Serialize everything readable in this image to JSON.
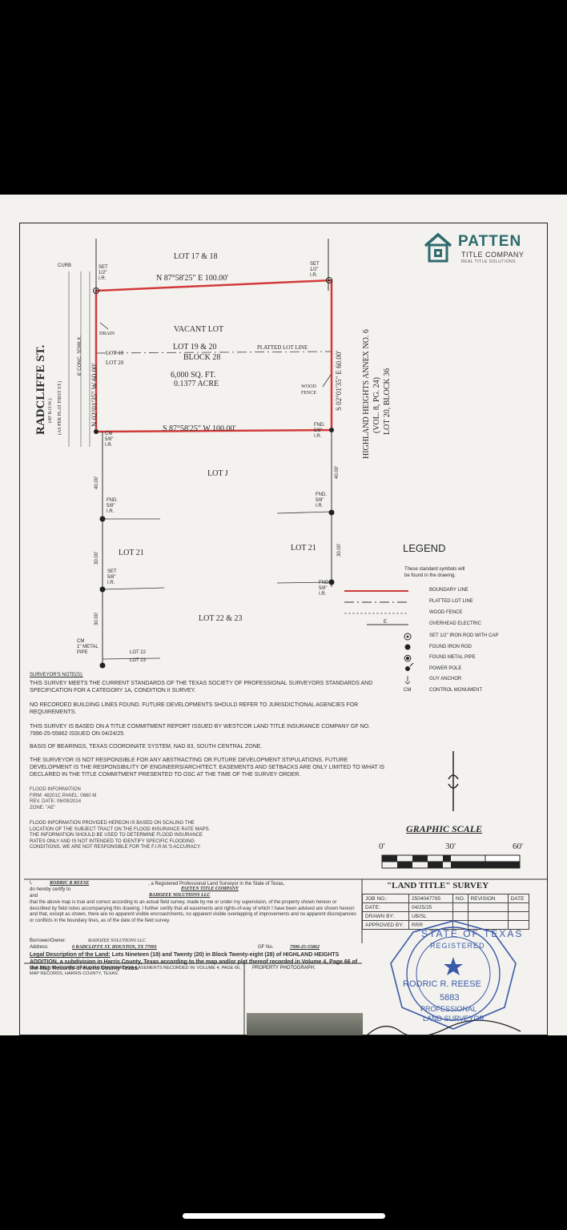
{
  "logo": {
    "name": "PATTEN",
    "sub": "TITLE COMPANY",
    "tag": "REAL TITLE SOLUTIONS"
  },
  "plat": {
    "street": "RADCLIFFE ST.",
    "row": "(40' R.O.W.)",
    "per_plat": "(AS PER PLAT FIRST ST.)",
    "curb": "CURB",
    "sidewalk": "6' CONC. SDWLK.",
    "lot_top": "LOT 17 & 18",
    "set_left": [
      "SET",
      "1/2\"",
      "I.R."
    ],
    "set_right": [
      "SET",
      "1/2\"",
      "I.R."
    ],
    "north_bearing": "N 87°58'25\" E   100.00'",
    "south_bearing": "S 87°58'25\" W   100.00'",
    "west_bearing": "N 02°01'35\" W   60.00'",
    "east_bearing": "S 02°01'35\" E   60.00'",
    "drain": "DRAIN",
    "vacant_lot": "VACANT LOT",
    "lot_19_20": "LOT 19 & 20",
    "block_28": "BLOCK 28",
    "lot_19": "LOT 19",
    "lot_20": "LOT 20",
    "platted_lot_line": "PLATTED LOT LINE",
    "area_sqft": "6,000 SQ. FT.",
    "area_acre": "0.1377 ACRE",
    "wood_fence": [
      "WOOD",
      "FENCE"
    ],
    "highland_1": "HIGHLAND HEIGHTS ANNEX NO. 6",
    "highland_2": "(VOL. 8, PG. 24)",
    "highland_3": "LOT 20, BLOCK 36",
    "cm_label": [
      "CM",
      "5/8\"",
      "I.R."
    ],
    "fnd_se": [
      "FND.",
      "5/8\"",
      "I.R."
    ],
    "lot_j": "LOT J",
    "dim_40_left": "40.00'",
    "dim_40_right": "40.00'",
    "fnd_w1": [
      "FND.",
      "5/8\"",
      "I.R."
    ],
    "fnd_e1": [
      "FND.",
      "5/8\"",
      "I.R."
    ],
    "lot_21_left": "LOT 21",
    "lot_21_right": "LOT 21",
    "dim_30_left1": "30.00'",
    "dim_30_right": "30.00'",
    "set_w2": [
      "SET",
      "5/8\"",
      "I.R."
    ],
    "fnd_e2": [
      "FND.",
      "5/8\"",
      "I.R."
    ],
    "dim_30_left2": "30.00'",
    "lot_22_23": "LOT 22 & 23",
    "cm_metal": [
      "CM",
      "1\" METAL",
      "PIPE"
    ],
    "lot_22": "LOT 22",
    "lot_23": "LOT 23"
  },
  "legend": {
    "title": "LEGEND",
    "intro": [
      "These standard symbols will",
      "be found in the drawing."
    ],
    "items": [
      "BOUNDARY LINE",
      "PLATTED LOT LINE",
      "WOOD FENCE",
      "OVERHEAD ELECTRIC",
      "SET 1/2\" IRON ROD WITH CAP",
      "FOUND IRON ROD",
      "FOUND METAL PIPE",
      "POWER POLE",
      "GUY ANCHOR",
      "CONTROL MONUMENT"
    ],
    "cm": "CM",
    "electric_mark": "E",
    "boundary_color": "#d23a3a"
  },
  "notes": {
    "heading": "SURVEYOR'S NOTE(S):",
    "n1": "THIS SURVEY MEETS THE CURRENT STANDARDS OF THE TEXAS SOCIETY OF PROFESSIONAL SURVEYORS STANDARDS AND SPECIFICATION FOR A CATEGORY 1A, CONDITION II SURVEY.",
    "n2": "NO RECORDED BUILDING LINES FOUND. FUTURE DEVELOPMENTS SHOULD REFER TO JURISDICTIONAL AGENCIES FOR REQUIREMENTS.",
    "n3": "THIS SURVEY IS BASED ON A TITLE COMMITMENT REPORT ISSUED BY WESTCOR LAND TITLE INSURANCE COMPANY GF NO. 7996-25-55862 ISSUED ON 04/24/25.",
    "n4": "BASIS OF BEARINGS, TEXAS COORDINATE SYSTEM, NAD 83, SOUTH CENTRAL ZONE.",
    "n5": "THE SURVEYOR IS NOT RESPONSIBLE FOR ANY ABSTRACTING OR FUTURE DEVELOPMENT STIPULATIONS. FUTURE DEVELOPMENT IS THE RESPONSIBILITY OF ENGINEERS/ARCHITECT. EASEMENTS AND SETBACKS ARE ONLY LIMITED TO WHAT IS DECLARED IN THE TITLE COMMITMENT PRESENTED TO OSC AT THE TIME OF THE SURVEY ORDER.",
    "flood_info": [
      "FLOOD INFORMATION",
      "FIRM: 48201C   PANEL: 0660 M",
      "REV. DATE: 06/09/2014",
      "ZONE: \"AE\""
    ],
    "flood_disclaimer": "FLOOD INFORMATION PROVIDED HEREON IS BASED ON SCALING THE LOCATION OF THE SUBJECT TRACT ON THE FLOOD INSURANCE RATE MAPS. THE INFORMATION SHOULD BE USED TO DETERMINE FLOOD INSURANCE RATES ONLY AND IS NOT INTENDED TO IDENTIFY SPECIFIC FLOODING CONDITIONS. WE ARE NOT RESPONSIBLE FOR THE F.I.R.M.'S ACCURACY."
  },
  "scale": {
    "title": "GRAPHIC SCALE",
    "labels": [
      "0'",
      "30'",
      "60'"
    ]
  },
  "certification": {
    "line1_prefix": "I,",
    "surveyor": "RODRIC R REESE",
    "line1_suffix": ", a Registered Professional Land Surveyor in the State of Texas,",
    "line2_prefix": "do hereby certify to",
    "company": "PATTEN TITLE COMPANY",
    "line3_prefix": "and",
    "owner": "BADOZEE SOLUTIONS LLC",
    "body": "that the above map is true and correct according to an actual field survey, made by me or under my supervision, of the property shown hereon or described by field notes accompanying this drawing. I further certify that all easements and rights-of-way of which I have been advised are shown hereon and that, except as shown, there are no apparent visible encroachments, no apparent visible overlapping of improvements and no apparent discrepancies or conflicts in the boundary lines, as of the date of the field survey.",
    "borrower_label": "Borrower/Owner:",
    "borrower": "BADOZEE SOLUTIONS LLC",
    "address_label": "Address:",
    "address": "0 RADCLIFFE ST. HOUSTON, TX 77091",
    "gf_label": "GF No.",
    "gf": "7996-25-55862",
    "legal_label": "Legal Description of the Land:",
    "legal": "Lots Nineteen (19) and Twenty (20) in Block Twenty-eight (28) of HIGHLAND HEIGHTS ADDITION, a subdivision in Harris County, Texas according to the map and/or plat thereof recorded in Volume 4, Page 66 of the Map Records of Harris County Texas.",
    "restrictive": "SUBJECT TO RESTRICTIVE COVENANTS AND/OR EASEMENTS RECORDED IN: VOLUME 4, PAGE 66, MAP RECORDS, HARRIS COUNTY, TEXAS.",
    "photo_label": "PROPERTY PHOTOGRAPH:"
  },
  "survey_box": {
    "title": "\"LAND TITLE\" SURVEY",
    "rows": [
      {
        "label": "JOB NO.:",
        "value": "2504047795"
      },
      {
        "label": "DATE:",
        "value": "04/25/25"
      },
      {
        "label": "DRAWN BY:",
        "value": "UB/SL"
      },
      {
        "label": "APPROVED BY:",
        "value": "RRR"
      }
    ],
    "col_no": "NO.",
    "col_revision": "REVISION",
    "col_date": "DATE"
  },
  "seal": {
    "top": "STATE OF TEXAS",
    "registered": "REGISTERED",
    "name": "RODRIC R. REESE",
    "number": "5883",
    "professional": "PROFESSIONAL",
    "surveyor": "LAND SURVEYOR",
    "color": "#3b5aa8"
  }
}
